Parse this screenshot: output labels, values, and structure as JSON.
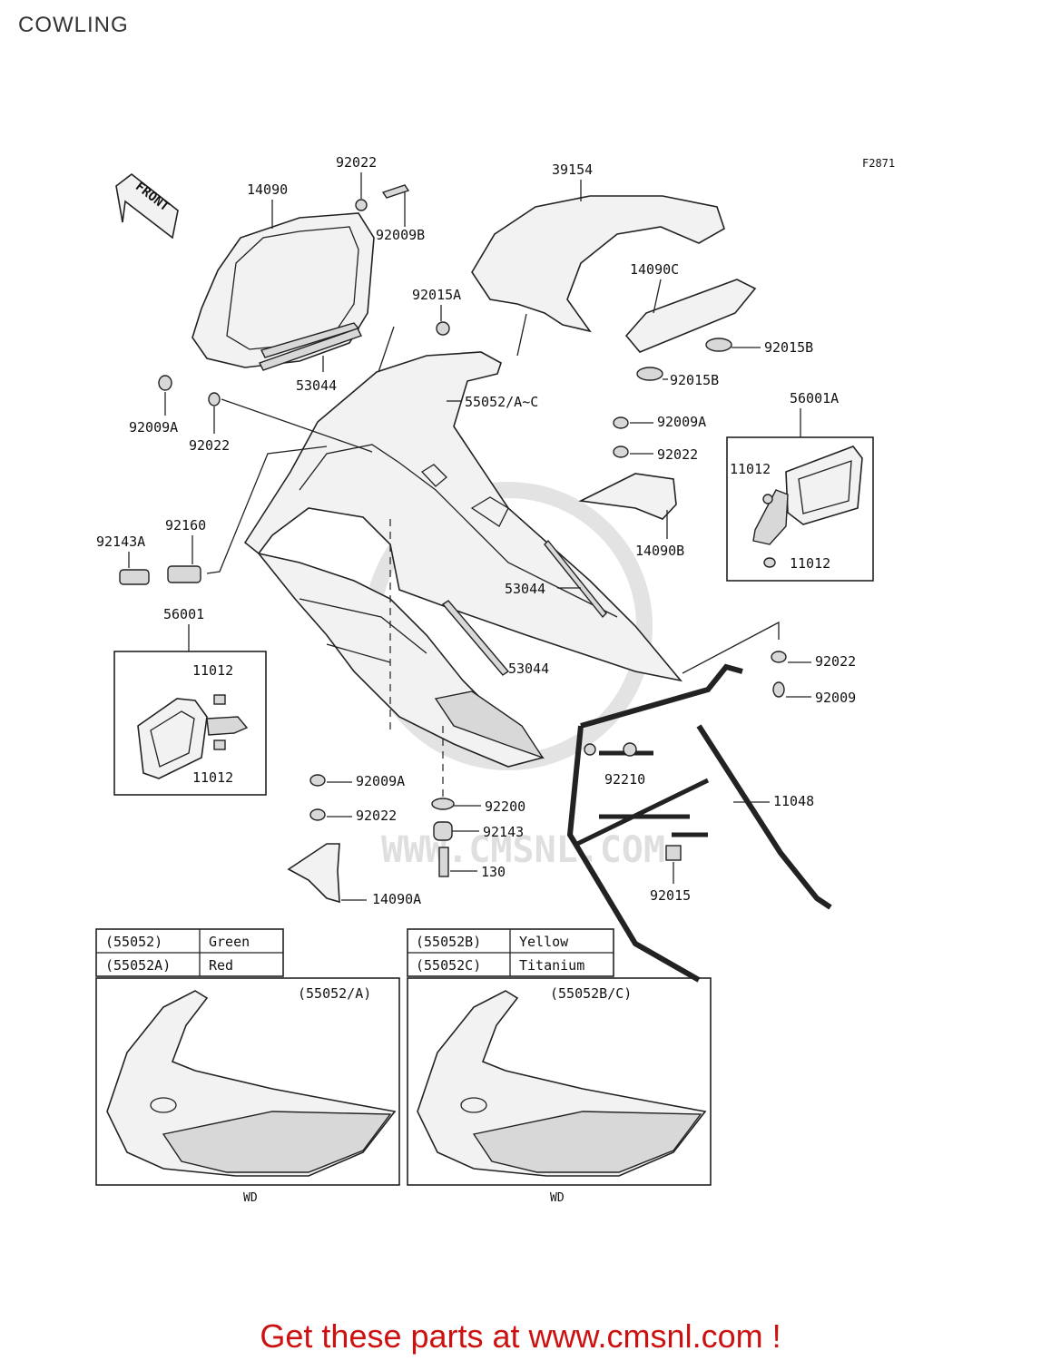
{
  "title": "COWLING",
  "figure_code": "F2871",
  "front_label": "FRONT",
  "callouts": {
    "p14090": "14090",
    "p92022_top": "92022",
    "p92009B": "92009B",
    "p39154": "39154",
    "p14090C": "14090C",
    "p92015A": "92015A",
    "p92015B_1": "92015B",
    "p92015B_2": "92015B",
    "p53044_top": "53044",
    "p55052AC": "55052/A~C",
    "p92009A_left": "92009A",
    "p92022_left": "92022",
    "p92009A_mid": "92009A",
    "p92022_mid": "92022",
    "p56001A": "56001A",
    "p11012_a": "11012",
    "p11012_b": "11012",
    "p14090B": "14090B",
    "p92143A": "92143A",
    "p92160": "92160",
    "p56001": "56001",
    "p11012_c": "11012",
    "p11012_d": "11012",
    "p53044_mid": "53044",
    "p53044_low": "53044",
    "p92022_right": "92022",
    "p92009_right": "92009",
    "p92210": "92210",
    "p11048": "11048",
    "p92009A_low": "92009A",
    "p92022_low": "92022",
    "p92200": "92200",
    "p92143": "92143",
    "p130": "130",
    "p14090A": "14090A",
    "p92015": "92015"
  },
  "color_tables": [
    {
      "rows": [
        {
          "code": "(55052)",
          "color": "Green"
        },
        {
          "code": "(55052A)",
          "color": "Red"
        }
      ]
    },
    {
      "rows": [
        {
          "code": "(55052B)",
          "color": "Yellow"
        },
        {
          "code": "(55052C)",
          "color": "Titanium"
        }
      ]
    }
  ],
  "variant_panels": [
    {
      "label": "(55052/A)",
      "caption": "WD"
    },
    {
      "label": "(55052B/C)",
      "caption": "WD"
    }
  ],
  "watermark": "WWW.CMSNL.COM",
  "footer_text": "Get these parts at www.cmsnl.com !"
}
